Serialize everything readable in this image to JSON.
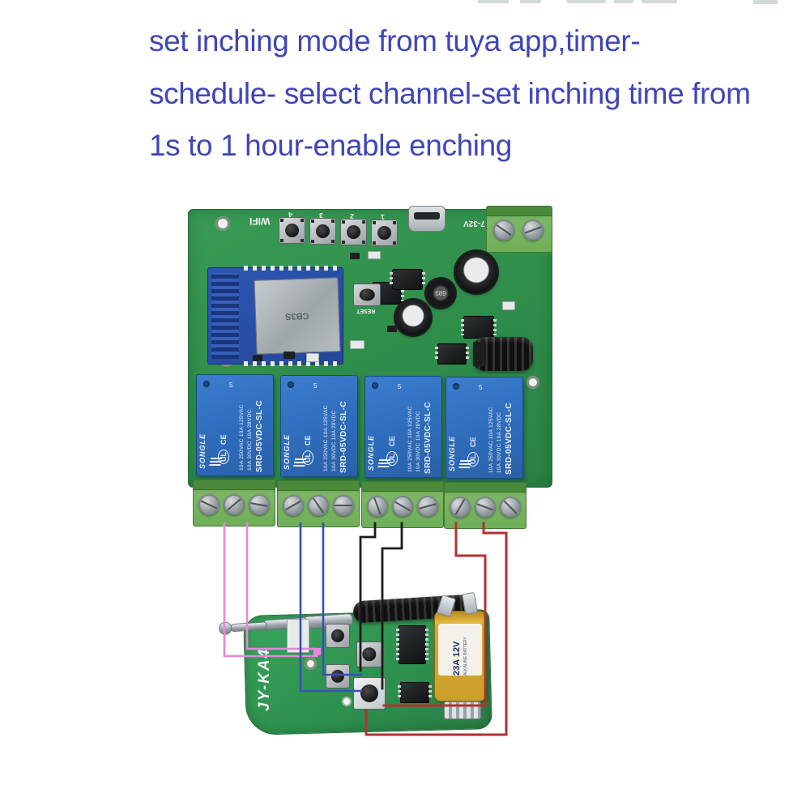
{
  "caption": {
    "lines": [
      "set inching mode from tuya app,timer-",
      "schedule- select channel-set inching time from",
      "1s to 1 hour-enable enching"
    ],
    "color": "#3f46b8"
  },
  "main_board": {
    "wifi_label": "WIFI",
    "dc_label": "DC 7-32V",
    "button_labels": [
      "4",
      "3",
      "2",
      "1"
    ],
    "reset_label": "RESET",
    "module_label": "CB3S",
    "inductor_label": "689",
    "board_color": "#2f8f4b",
    "relay": {
      "brand": "SONGLE",
      "coil_voltage": "5",
      "cert_ul": "UL",
      "cert_ce": "CE",
      "ratings_ac": "10A 250VAC 10A 125VAC",
      "ratings_dc": "10A 30VDC 10A 28VDC",
      "model": "SRD-05VDC-SL-C",
      "body_color": "#2e6cbb"
    }
  },
  "remote": {
    "label": "JY-KA4",
    "battery_voltage": "23A 12V",
    "battery_type": "ALKALINE BATTERY",
    "battery_color": "#d7a92f"
  },
  "wires": {
    "pink": "#e786dd",
    "blue": "#3a50b2",
    "black": "#1c1c1c",
    "red": "#b23230"
  }
}
